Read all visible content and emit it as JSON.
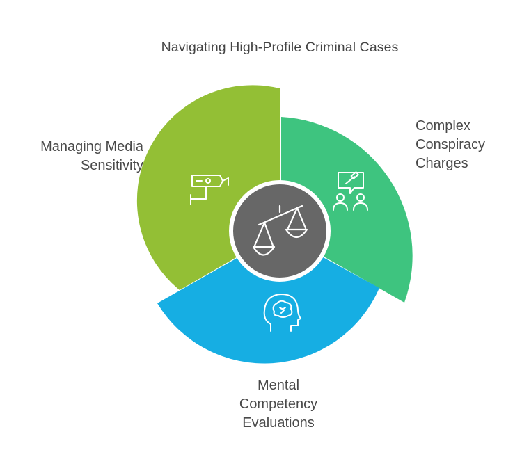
{
  "title": "Navigating High-Profile Criminal Cases",
  "segments": [
    {
      "label": "Managing Media\nSensitivity",
      "color": "#93bf35",
      "icon": "cctv-camera-icon"
    },
    {
      "label": "Complex\nConspiracy\nCharges",
      "color": "#3ec47f",
      "icon": "people-discussion-gavel-icon"
    },
    {
      "label": "Mental\nCompetency\nEvaluations",
      "color": "#16aee3",
      "icon": "head-brain-icon"
    }
  ],
  "center": {
    "color": "#676767",
    "icon": "scales-of-justice-icon"
  }
}
